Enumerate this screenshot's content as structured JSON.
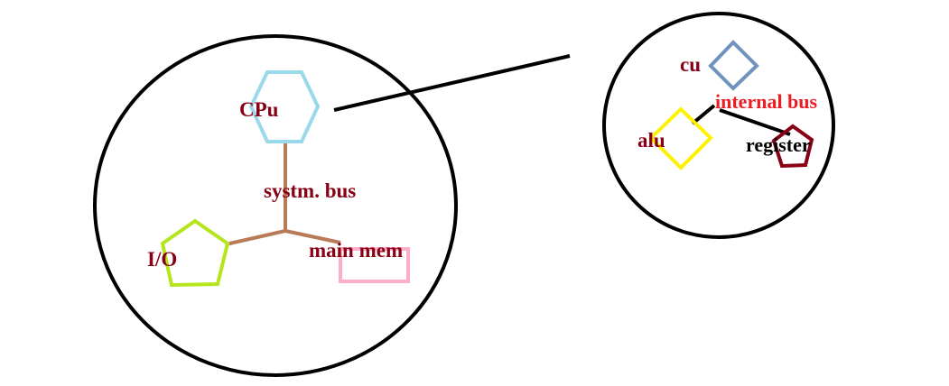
{
  "labels": {
    "cpu": "CPu",
    "system_bus": "systm. bus",
    "io": "I/O",
    "main_mem": "main mem",
    "cu": "cu",
    "internal_bus": "internal bus",
    "alu": "alu",
    "register": "register"
  },
  "colors": {
    "outline": "#000000",
    "label_dark_red": "#880015",
    "label_red": "#ed1c24",
    "label_black": "#000000",
    "cpu_hexagon": "#99d9ea",
    "system_bus_line": "#b97a57",
    "io_pentagon": "#b5e61d",
    "main_mem_rect": "#ffaec9",
    "cu_diamond": "#7092be",
    "alu_diamond": "#fff200",
    "register_pentagon": "#880015"
  }
}
